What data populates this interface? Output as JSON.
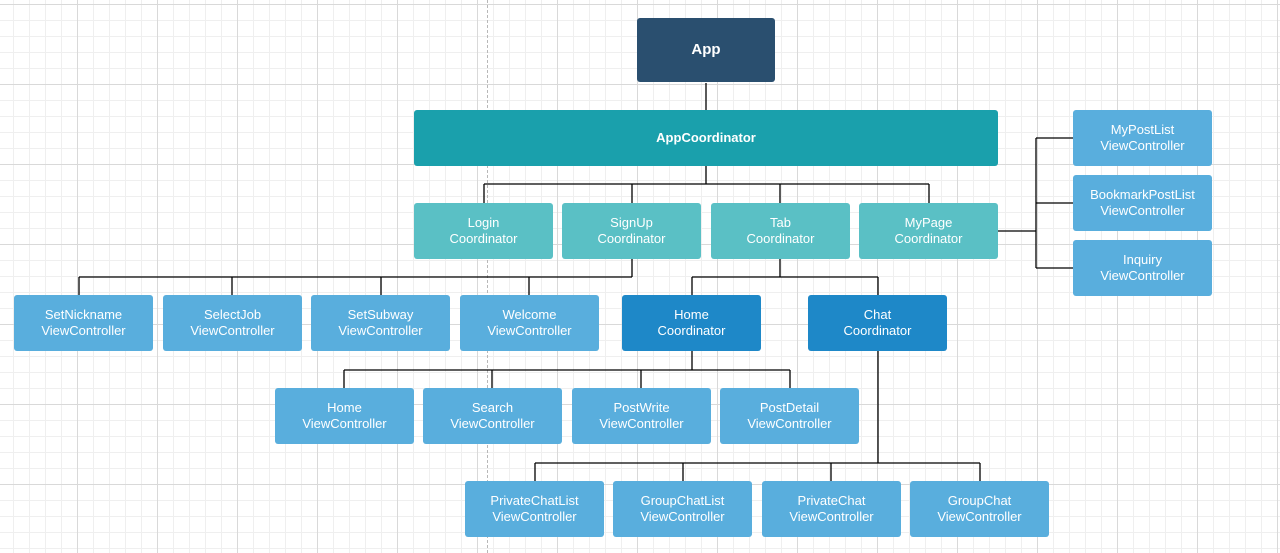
{
  "diagram": {
    "nodes": {
      "app": {
        "line1": "App"
      },
      "app_coordinator": {
        "line1": "AppCoordinator"
      },
      "login_coordinator": {
        "line1": "Login",
        "line2": "Coordinator"
      },
      "signup_coordinator": {
        "line1": "SignUp",
        "line2": "Coordinator"
      },
      "tab_coordinator": {
        "line1": "Tab",
        "line2": "Coordinator"
      },
      "mypage_coordinator": {
        "line1": "MyPage",
        "line2": "Coordinator"
      },
      "mypostlist_vc": {
        "line1": "MyPostList",
        "line2": "ViewController"
      },
      "bookmarkpostlist_vc": {
        "line1": "BookmarkPostList",
        "line2": "ViewController"
      },
      "inquiry_vc": {
        "line1": "Inquiry",
        "line2": "ViewController"
      },
      "setnickname_vc": {
        "line1": "SetNickname",
        "line2": "ViewController"
      },
      "selectjob_vc": {
        "line1": "SelectJob",
        "line2": "ViewController"
      },
      "setsubway_vc": {
        "line1": "SetSubway",
        "line2": "ViewController"
      },
      "welcome_vc": {
        "line1": "Welcome",
        "line2": "ViewController"
      },
      "home_coordinator": {
        "line1": "Home",
        "line2": "Coordinator"
      },
      "chat_coordinator": {
        "line1": "Chat",
        "line2": "Coordinator"
      },
      "home_vc": {
        "line1": "Home",
        "line2": "ViewController"
      },
      "search_vc": {
        "line1": "Search",
        "line2": "ViewController"
      },
      "postwrite_vc": {
        "line1": "PostWrite",
        "line2": "ViewController"
      },
      "postdetail_vc": {
        "line1": "PostDetail",
        "line2": "ViewController"
      },
      "privatechatlist_vc": {
        "line1": "PrivateChatList",
        "line2": "ViewController"
      },
      "groupchatlist_vc": {
        "line1": "GroupChatList",
        "line2": "ViewController"
      },
      "privatechat_vc": {
        "line1": "PrivateChat",
        "line2": "ViewController"
      },
      "groupchat_vc": {
        "line1": "GroupChat",
        "line2": "ViewController"
      }
    },
    "edges": [
      [
        "app",
        "app_coordinator"
      ],
      [
        "app_coordinator",
        "login_coordinator"
      ],
      [
        "app_coordinator",
        "signup_coordinator"
      ],
      [
        "app_coordinator",
        "tab_coordinator"
      ],
      [
        "app_coordinator",
        "mypage_coordinator"
      ],
      [
        "mypage_coordinator",
        "mypostlist_vc"
      ],
      [
        "mypage_coordinator",
        "bookmarkpostlist_vc"
      ],
      [
        "mypage_coordinator",
        "inquiry_vc"
      ],
      [
        "signup_coordinator",
        "setnickname_vc"
      ],
      [
        "signup_coordinator",
        "selectjob_vc"
      ],
      [
        "signup_coordinator",
        "setsubway_vc"
      ],
      [
        "signup_coordinator",
        "welcome_vc"
      ],
      [
        "tab_coordinator",
        "home_coordinator"
      ],
      [
        "tab_coordinator",
        "chat_coordinator"
      ],
      [
        "home_coordinator",
        "home_vc"
      ],
      [
        "home_coordinator",
        "search_vc"
      ],
      [
        "home_coordinator",
        "postwrite_vc"
      ],
      [
        "home_coordinator",
        "postdetail_vc"
      ],
      [
        "chat_coordinator",
        "privatechatlist_vc"
      ],
      [
        "chat_coordinator",
        "groupchatlist_vc"
      ],
      [
        "chat_coordinator",
        "privatechat_vc"
      ],
      [
        "chat_coordinator",
        "groupchat_vc"
      ]
    ]
  }
}
